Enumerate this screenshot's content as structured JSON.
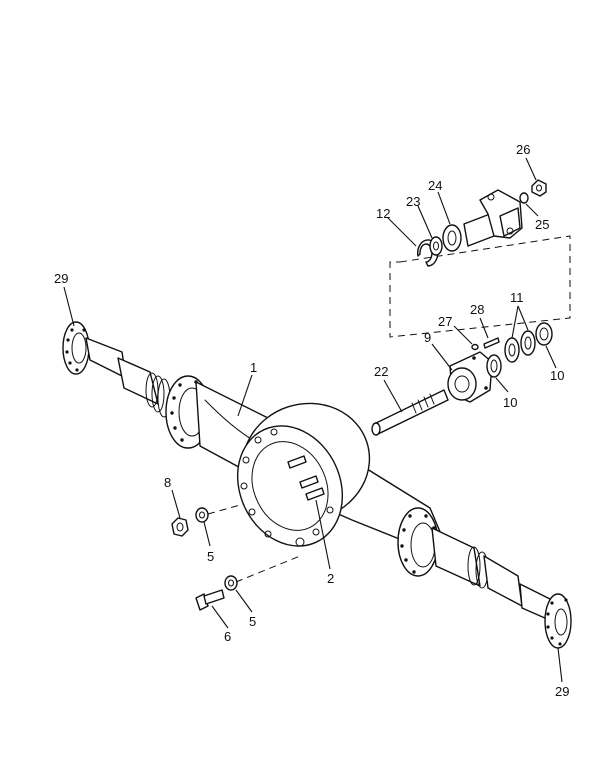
{
  "diagram": {
    "callouts": {
      "c1": "1",
      "c2": "2",
      "c5a": "5",
      "c5b": "5",
      "c6": "6",
      "c8": "8",
      "c9": "9",
      "c10a": "10",
      "c10b": "10",
      "c11": "11",
      "c12": "12",
      "c22": "22",
      "c23": "23",
      "c24": "24",
      "c25": "25",
      "c26": "26",
      "c27": "27",
      "c28": "28",
      "c29a": "29",
      "c29b": "29"
    }
  }
}
